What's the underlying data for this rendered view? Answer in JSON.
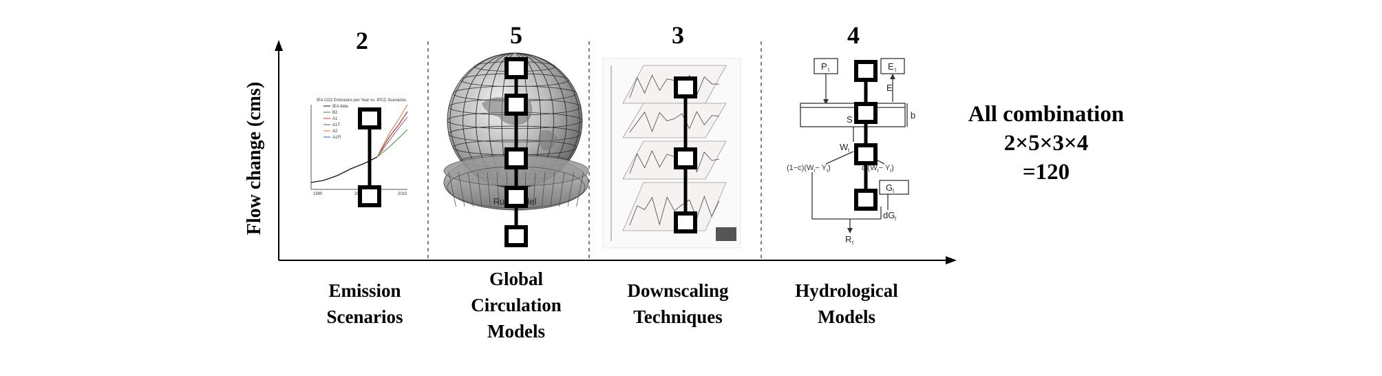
{
  "axes": {
    "y_label": "Flow change (cms)"
  },
  "stages": [
    {
      "count": "2",
      "label_lines": [
        "Emission",
        "Scenarios"
      ]
    },
    {
      "count": "5",
      "label_lines": [
        "Global",
        "Circulation",
        "Models"
      ]
    },
    {
      "count": "3",
      "label_lines": [
        "Downscaling",
        "Techniques"
      ]
    },
    {
      "count": "4",
      "label_lines": [
        "Hydrological",
        "Models"
      ]
    }
  ],
  "summary": {
    "line1": "All combination",
    "line2": "2×5×3×4",
    "line3": "=120"
  },
  "thumbnails": {
    "emission_chart_title": "IEA CO2 Emissions per Year vs. IPCC Scenarios",
    "emission_legend": [
      "IEA data",
      "B2",
      "A1",
      "A1T",
      "A2",
      "A1FI"
    ],
    "emission_x_ticks": [
      "1990",
      "2000",
      "2010"
    ],
    "gcm_caption": "Run model",
    "hydro_labels": {
      "P": "P",
      "P_sub": "t",
      "E": "E",
      "E_sub": "t",
      "E2": "E",
      "S": "S",
      "b": "b",
      "W": "W",
      "W_sub": "t",
      "left_branch": "(1−c)(W",
      "left_branch_end": "− Y",
      "right_branch": "c (W",
      "right_branch_end": "− Y",
      "G": "G",
      "G_sub": "t",
      "dG": "dG",
      "dG_sub": "t",
      "R": "R",
      "R_sub": "t"
    }
  }
}
